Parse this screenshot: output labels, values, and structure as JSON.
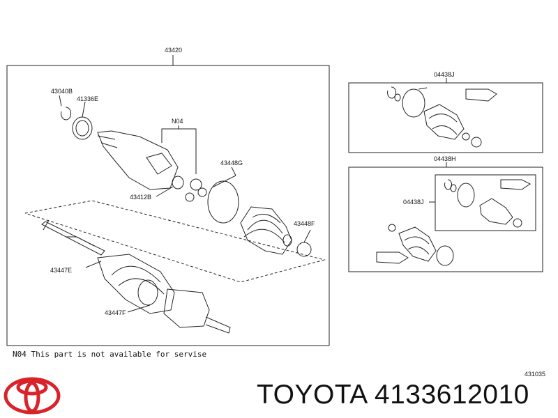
{
  "labels": {
    "assembly": "43420",
    "snap_ring": "43040B",
    "seal_ring": "41336E",
    "n04": "N04",
    "boot_clamp_g": "43448G",
    "clamp_b": "43412B",
    "boot_clamp_f": "43448F",
    "boot_e": "43447E",
    "boot_f": "43447F",
    "kit_j": "04438J",
    "kit_h": "04438H",
    "kit_j_inner": "04438J"
  },
  "note": "N04 This part is not available for servise",
  "figure_code": "431035",
  "brand_text": "TOYOTA 4133612010",
  "colors": {
    "line": "#222222",
    "logo_red": "#d8232a"
  },
  "icons": {
    "logo": "toyota-logo-icon"
  }
}
